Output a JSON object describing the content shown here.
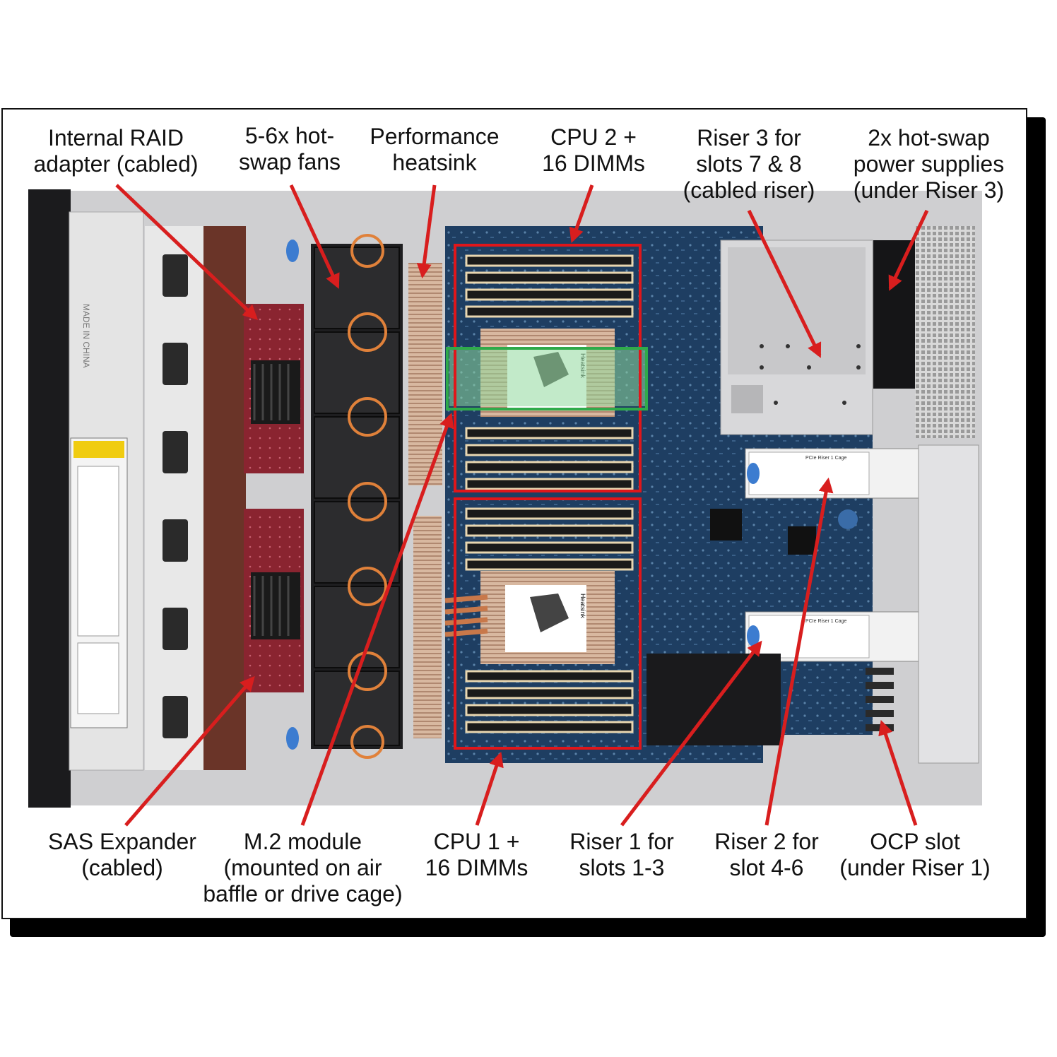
{
  "labels": {
    "raid": [
      "Internal RAID",
      "adapter (cabled)"
    ],
    "fans": [
      "5-6x hot-",
      "swap fans"
    ],
    "heatsink": [
      "Performance",
      "heatsink"
    ],
    "cpu2": [
      "CPU 2 +",
      "16 DIMMs"
    ],
    "riser3": [
      "Riser 3 for",
      "slots 7 & 8",
      "(cabled riser)"
    ],
    "psu": [
      "2x hot-swap",
      "power supplies",
      "(under Riser 3)"
    ],
    "sas": [
      "SAS Expander",
      "(cabled)"
    ],
    "m2": [
      "M.2 module",
      "(mounted on air",
      "baffle or drive cage)"
    ],
    "cpu1": [
      "CPU 1 +",
      "16 DIMMs"
    ],
    "riser1": [
      "Riser 1 for",
      "slots 1-3"
    ],
    "riser2": [
      "Riser 2 for",
      "slot 4-6"
    ],
    "ocp": [
      "OCP slot",
      "(under Riser 1)"
    ]
  },
  "board_text": {
    "heatsink_tag": "Heatsink",
    "riser_tag_1": "PCIe Riser 1 Cage",
    "riser_tag_2": "PCIe Riser 1 Cage",
    "made_in": "MADE IN CHINA"
  },
  "colors": {
    "arrow": "#d81e1e",
    "highlight_red": "#e0161a",
    "highlight_green": "#2faa4a"
  }
}
